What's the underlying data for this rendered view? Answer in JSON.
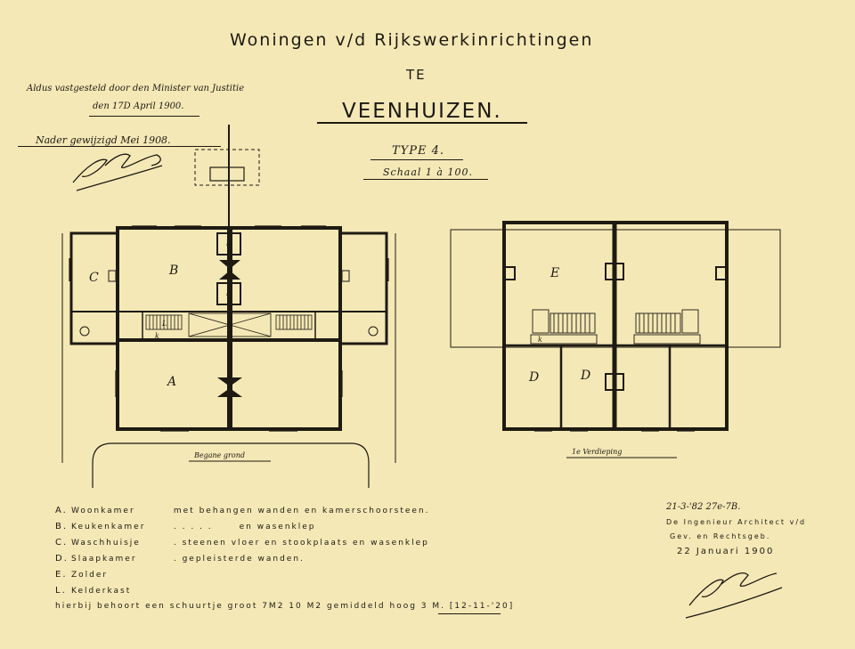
{
  "header": {
    "title": "Woningen v/d Rijkswerkinrichtingen",
    "te": "TE",
    "place": "VEENHUIZEN."
  },
  "approval": {
    "line1": "Aldus vastgesteld door den Minister van Justitie",
    "line2": "den 17D April 1900.",
    "amended": "Nader gewijzigd Mei 1908."
  },
  "type_block": {
    "type": "TYPE 4.",
    "scale": "Schaal 1 à 100."
  },
  "plans": {
    "ground_label": "Begane grond",
    "first_label": "1e Verdieping",
    "rooms": {
      "A": "A",
      "B": "B",
      "C": "C",
      "D1": "D",
      "D2": "D",
      "E": "E",
      "k": "k",
      "L": "L"
    }
  },
  "legend": [
    {
      "letter": "A.",
      "name": "Woonkamer",
      "desc": "met behangen wanden en kamerschoorsteen."
    },
    {
      "letter": "B.",
      "name": "Keukenkamer",
      "desc": ".         .         .         .         .",
      "extra": "en wasenklep"
    },
    {
      "letter": "C.",
      "name": "Waschhuisje",
      "desc": ".  steenen vloer en stookplaats en wasenklep"
    },
    {
      "letter": "D.",
      "name": "Slaapkamer",
      "desc": ".  gepleisterde wanden."
    },
    {
      "letter": "E.",
      "name": "Zolder",
      "desc": ""
    },
    {
      "letter": "L.",
      "name": "Kelderkast",
      "desc": ""
    }
  ],
  "footnote": "hierbij behoort een schuurtje groot 7M2 10 M2 gemiddeld hoog 3 M. [12-11-'20]",
  "architect": {
    "ref": "21-3-'82 27e-7B.",
    "line1": "De Ingenieur Architect v/d",
    "line2": "Gev. en Rechtsgeb.",
    "date": "22 Januari 1900"
  },
  "colors": {
    "paper": "#f4e8b6",
    "ink": "#1e1a12"
  }
}
